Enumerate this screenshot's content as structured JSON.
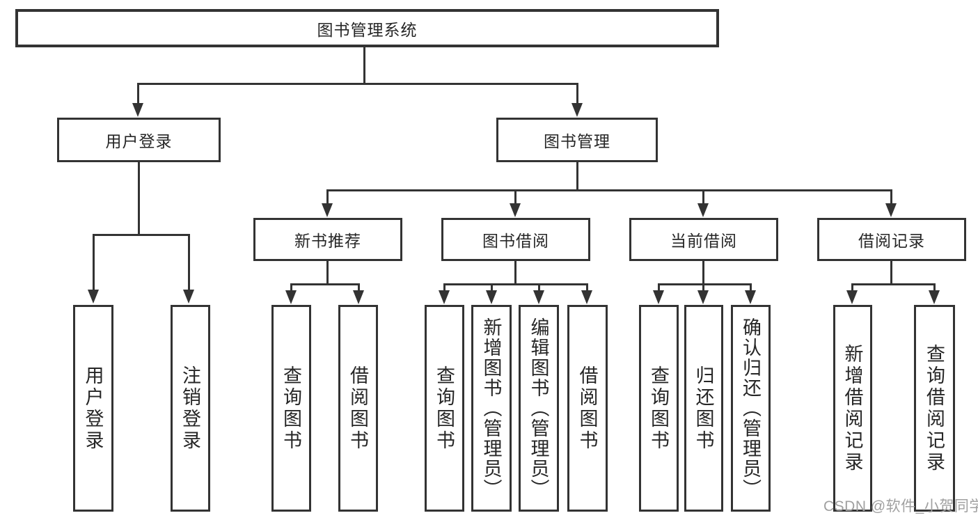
{
  "diagram": {
    "root_label": "图书管理系统",
    "level2": [
      {
        "label": "用户登录"
      },
      {
        "label": "图书管理"
      }
    ],
    "level3": [
      {
        "label": "新书推荐"
      },
      {
        "label": "图书借阅"
      },
      {
        "label": "当前借阅"
      },
      {
        "label": "借阅记录"
      }
    ],
    "leaves": [
      {
        "label": "用户登录"
      },
      {
        "label": "注销登录"
      },
      {
        "label": "查询图书"
      },
      {
        "label": "借阅图书"
      },
      {
        "label": "查询图书"
      },
      {
        "label": "新增图书（管理员）"
      },
      {
        "label": "编辑图书（管理员）"
      },
      {
        "label": "借阅图书"
      },
      {
        "label": "查询图书"
      },
      {
        "label": "归还图书"
      },
      {
        "label": "确认归还（管理员）"
      },
      {
        "label": "新增借阅记录"
      },
      {
        "label": "查询借阅记录"
      }
    ]
  },
  "watermark": {
    "text": "CSDN @软件_小贺同学"
  },
  "colors": {
    "line": "#333333",
    "text": "#262626",
    "background": "#ffffff",
    "watermark": "#a0a0a0"
  }
}
